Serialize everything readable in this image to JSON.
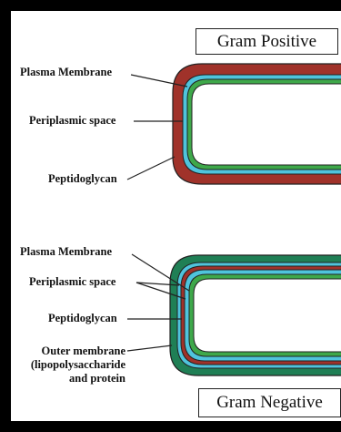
{
  "titles": {
    "gram_positive": "Gram Positive",
    "gram_negative": "Gram Negative"
  },
  "positive_labels": {
    "plasma_membrane": "Plasma Membrane",
    "periplasmic_space": "Periplasmic space",
    "peptidoglycan": "Peptidoglycan"
  },
  "negative_labels": {
    "plasma_membrane": "Plasma Membrane",
    "periplasmic_space": "Periplasmic space",
    "peptidoglycan": "Peptidoglycan",
    "outer_membrane_line1": "Outer membrane",
    "outer_membrane_line2": "(lipopolysaccharide",
    "outer_membrane_line3": "and protein"
  },
  "colors": {
    "frame": "#000000",
    "background": "#ffffff",
    "peptidoglycan_positive": "#a0322a",
    "outer_membrane": "#1f7f55",
    "peptidoglycan_negative": "#a0322a",
    "periplasmic_space": "#4fc4dc",
    "plasma_membrane": "#3ea84a",
    "outline": "#222222"
  }
}
